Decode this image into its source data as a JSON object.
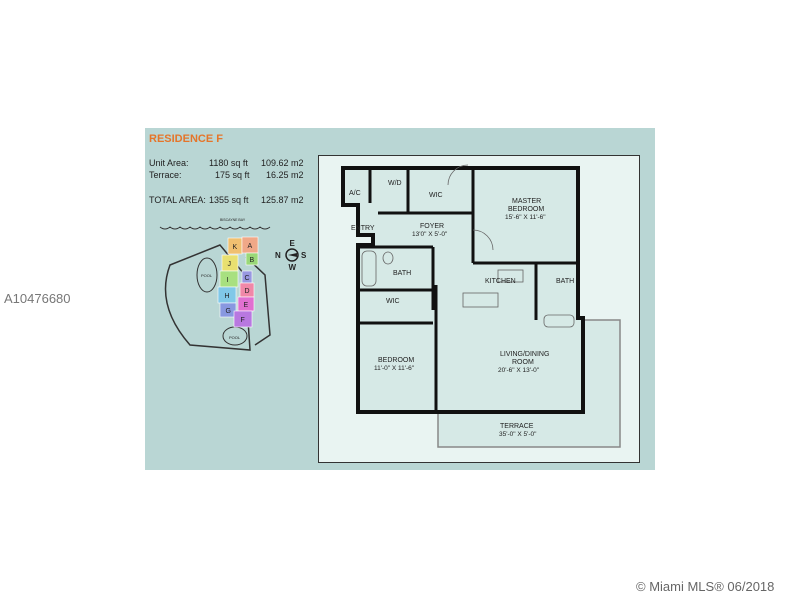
{
  "residence_title": "RESIDENCE F",
  "areas": {
    "unit": {
      "label": "Unit Area:",
      "sqft": "1180 sq ft",
      "m2": "109.62 m2"
    },
    "terrace": {
      "label": "Terrace:",
      "sqft": "175 sq ft",
      "m2": "16.25 m2"
    },
    "total": {
      "label": "TOTAL AREA:",
      "sqft": "1355 sq ft",
      "m2": "125.87 m2"
    }
  },
  "site_plan": {
    "water_label": "BISCAYNE BAY",
    "units": [
      "K",
      "A",
      "B",
      "J",
      "C",
      "I",
      "D",
      "H",
      "E",
      "G",
      "F"
    ],
    "unit_colors": {
      "K": "#f0c070",
      "A": "#f0a888",
      "B": "#9ad878",
      "J": "#e8e070",
      "C": "#9898e0",
      "I": "#a8e080",
      "D": "#f088a8",
      "H": "#80c8e8",
      "E": "#e070d0",
      "G": "#8898e0",
      "F": "#b878e0"
    },
    "pool_label": "POOL",
    "compass": {
      "n": "N",
      "e": "E",
      "s": "S",
      "w": "W"
    }
  },
  "floor_plan": {
    "rooms": {
      "ac": "A/C",
      "wd": "W/D",
      "wic1": "WIC",
      "entry": "ENTRY",
      "foyer": "FOYER",
      "foyer_dim": "13'0\" X 5'-0\"",
      "master": "MASTER",
      "master2": "BEDROOM",
      "master_dim": "15'-6\" X 11'-6\"",
      "bath1": "BATH",
      "kitchen": "KITCHEN",
      "bath2": "BATH",
      "wic2": "WIC",
      "bedroom": "BEDROOM",
      "bedroom_dim": "11'-0\" X 11'-6\"",
      "living": "LIVING/DINING",
      "living2": "ROOM",
      "living_dim": "20'-6\" X 13'-0\"",
      "terrace": "TERRACE",
      "terrace_dim": "35'-0\" X 5'-0\""
    }
  },
  "watermark_id": "A10476680",
  "copyright": "© Miami MLS® 06/2018"
}
